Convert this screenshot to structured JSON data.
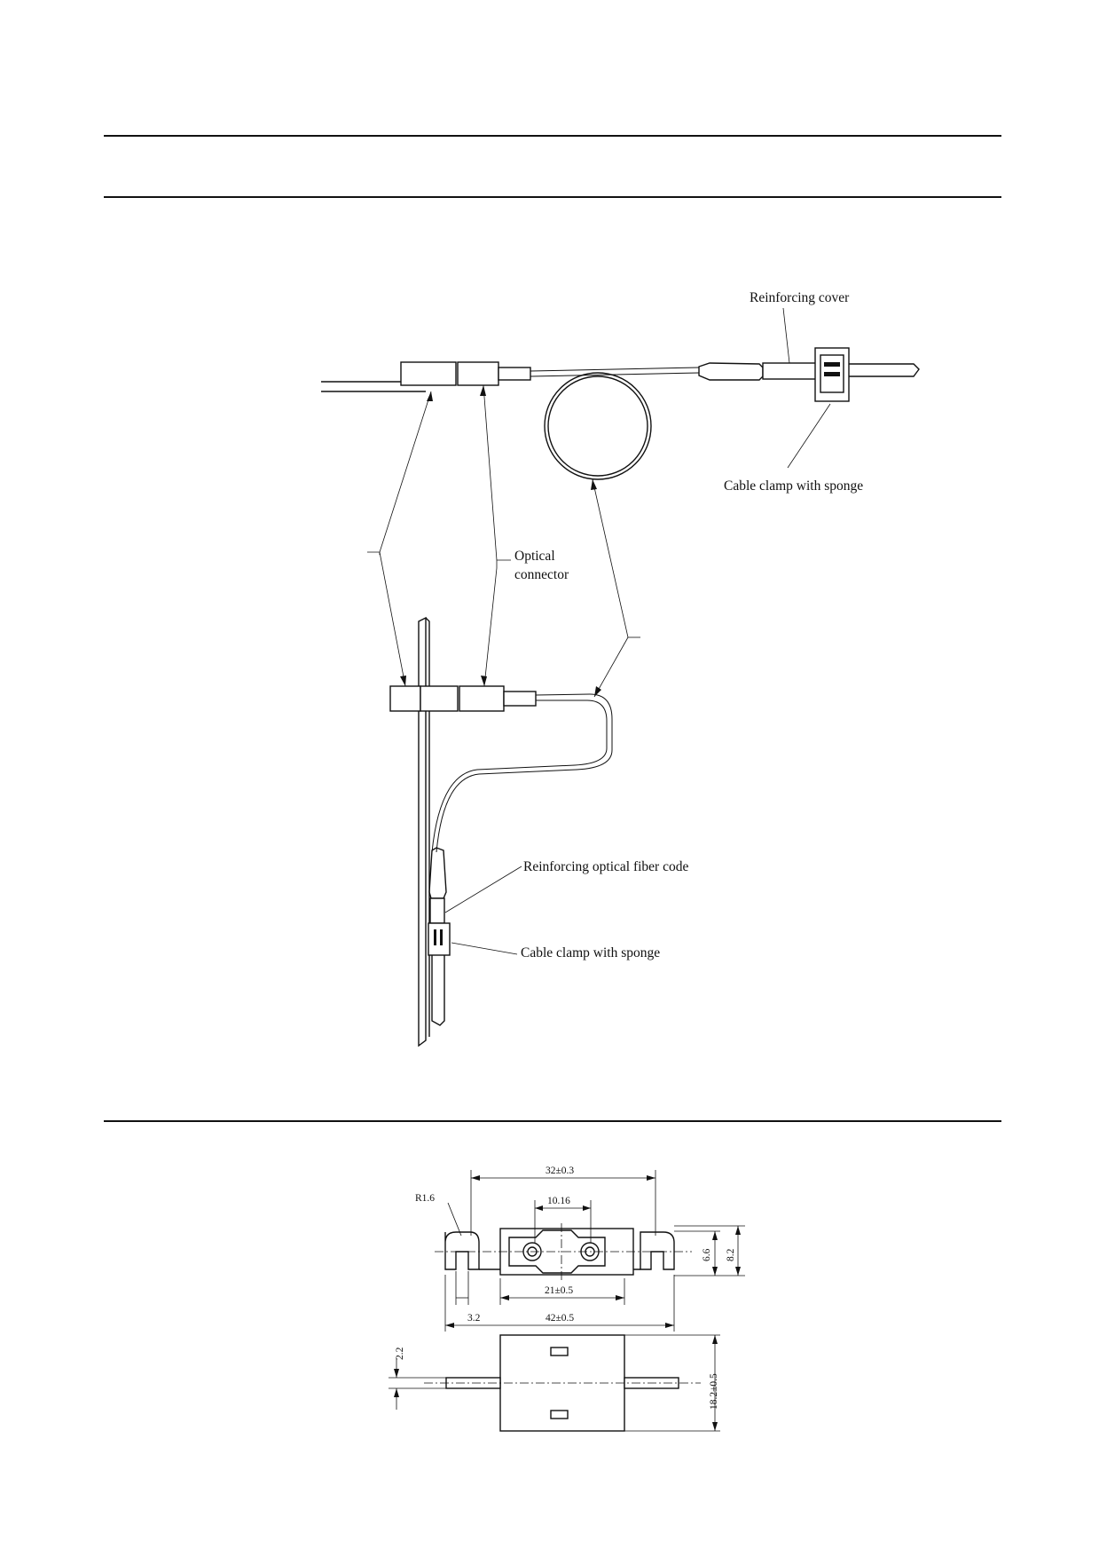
{
  "assembly_diagram": {
    "labels": {
      "reinforcing_cover": "Reinforcing cover",
      "cable_clamp_top": "Cable clamp with sponge",
      "optical_connector_line1": "Optical",
      "optical_connector_line2": "connector",
      "reinforcing_fiber_code": "Reinforcing optical fiber code",
      "cable_clamp_bottom": "Cable clamp with sponge"
    }
  },
  "clamp_drawing": {
    "dimensions": {
      "overall_inner": "32±0.3",
      "pitch": "10.16",
      "radius": "R1.6",
      "height_small": "6.6",
      "height_large": "8.2",
      "body_width": "21±0.5",
      "slot": "3.2",
      "overall_width": "42±0.5",
      "thickness": "2.2",
      "depth": "18.2±0.5"
    }
  }
}
